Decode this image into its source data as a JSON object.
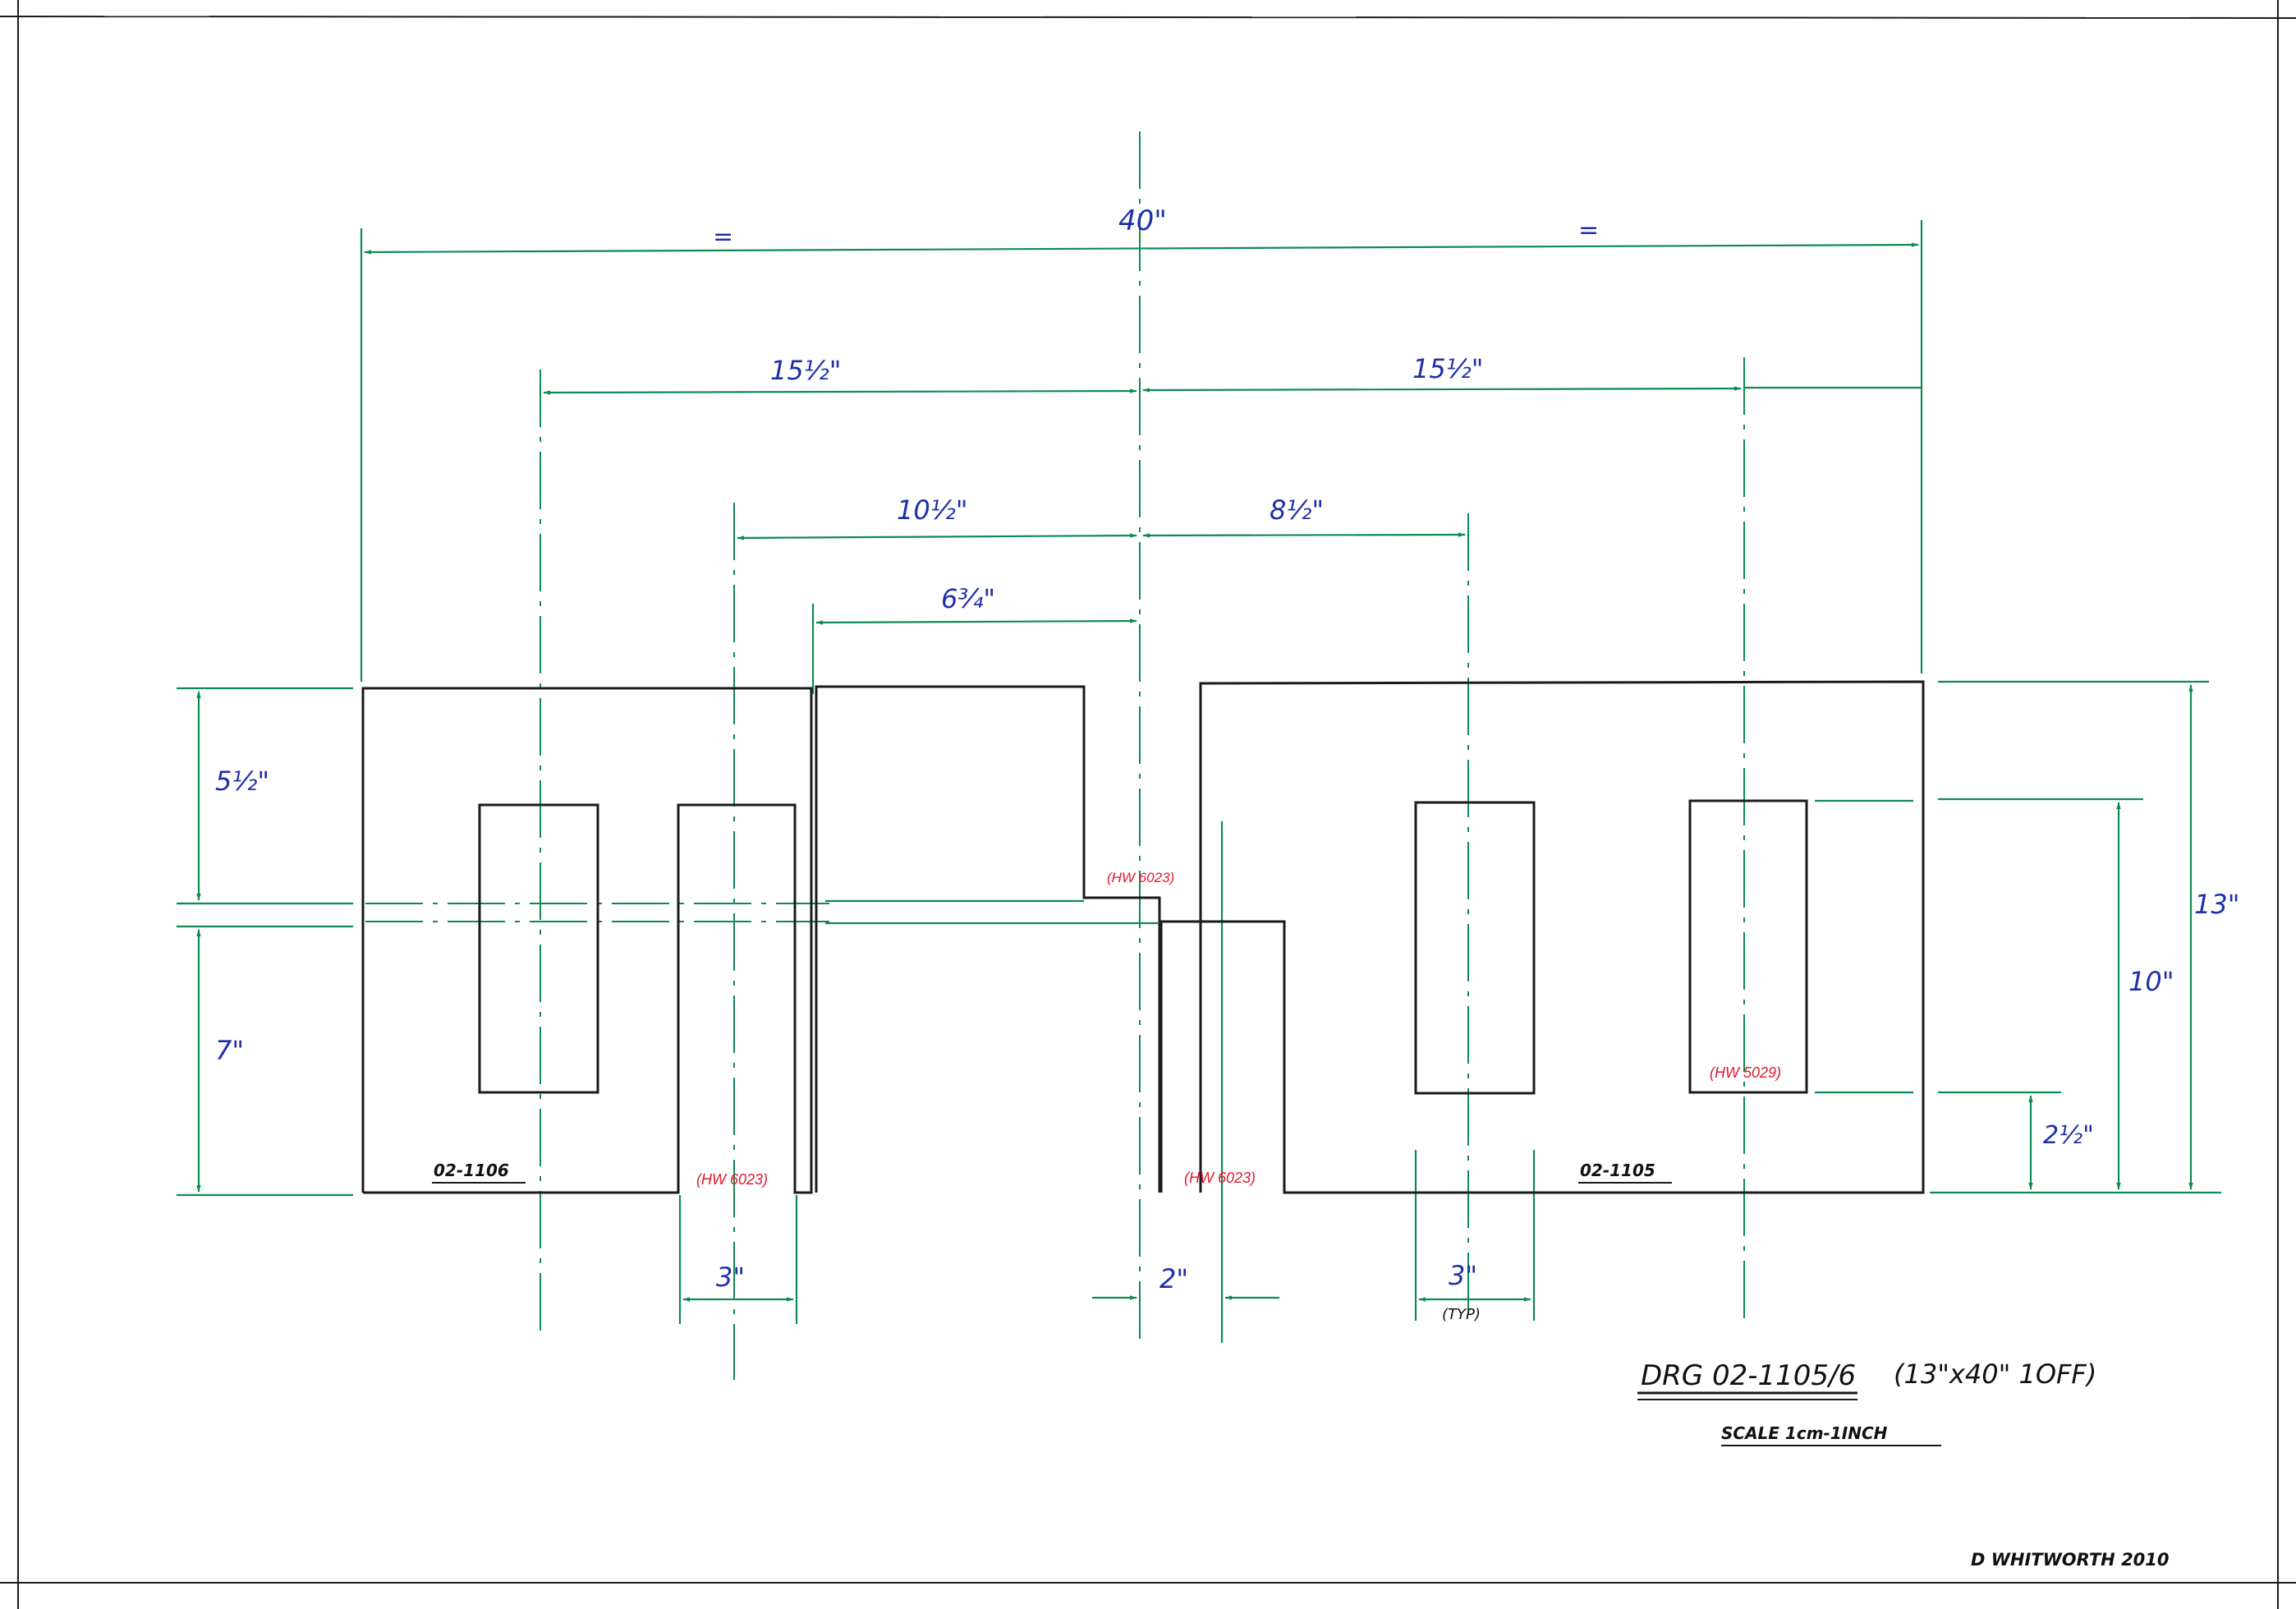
{
  "dimensions": {
    "overall_width": "40\"",
    "equal_left": "=",
    "equal_right": "=",
    "left_outer": "15½\"",
    "right_outer": "15½\"",
    "left_inner": "10½\"",
    "right_inner": "8½\"",
    "center_offset": "6¾\"",
    "upper_height": "5½\"",
    "lower_height": "7\"",
    "total_height": "13\"",
    "window_height": "10\"",
    "sill_height": "2½\"",
    "left_width": "3\"",
    "gap": "2\"",
    "right_width": "3\"",
    "typ": "(TYP)"
  },
  "references": {
    "ref_top": "(HW 6023)",
    "ref_bottom_left": "(HW 6023)",
    "ref_bottom_mid": "(HW 6023)",
    "ref_right": "(HW 5029)"
  },
  "part_labels": {
    "left": "02-1106",
    "right": "02-1105"
  },
  "title_block": {
    "drawing": "DRG 02-1105/6",
    "size": "(13\"x40\" 1OFF)",
    "scale": "SCALE 1cm-1INCH",
    "author": "D WHITWORTH 2010"
  },
  "colors": {
    "outline": "#1a1a1a",
    "dimension_line": "#0f8a52",
    "dimension_text": "#1f2fa8",
    "reference_text": "#e0182c"
  }
}
